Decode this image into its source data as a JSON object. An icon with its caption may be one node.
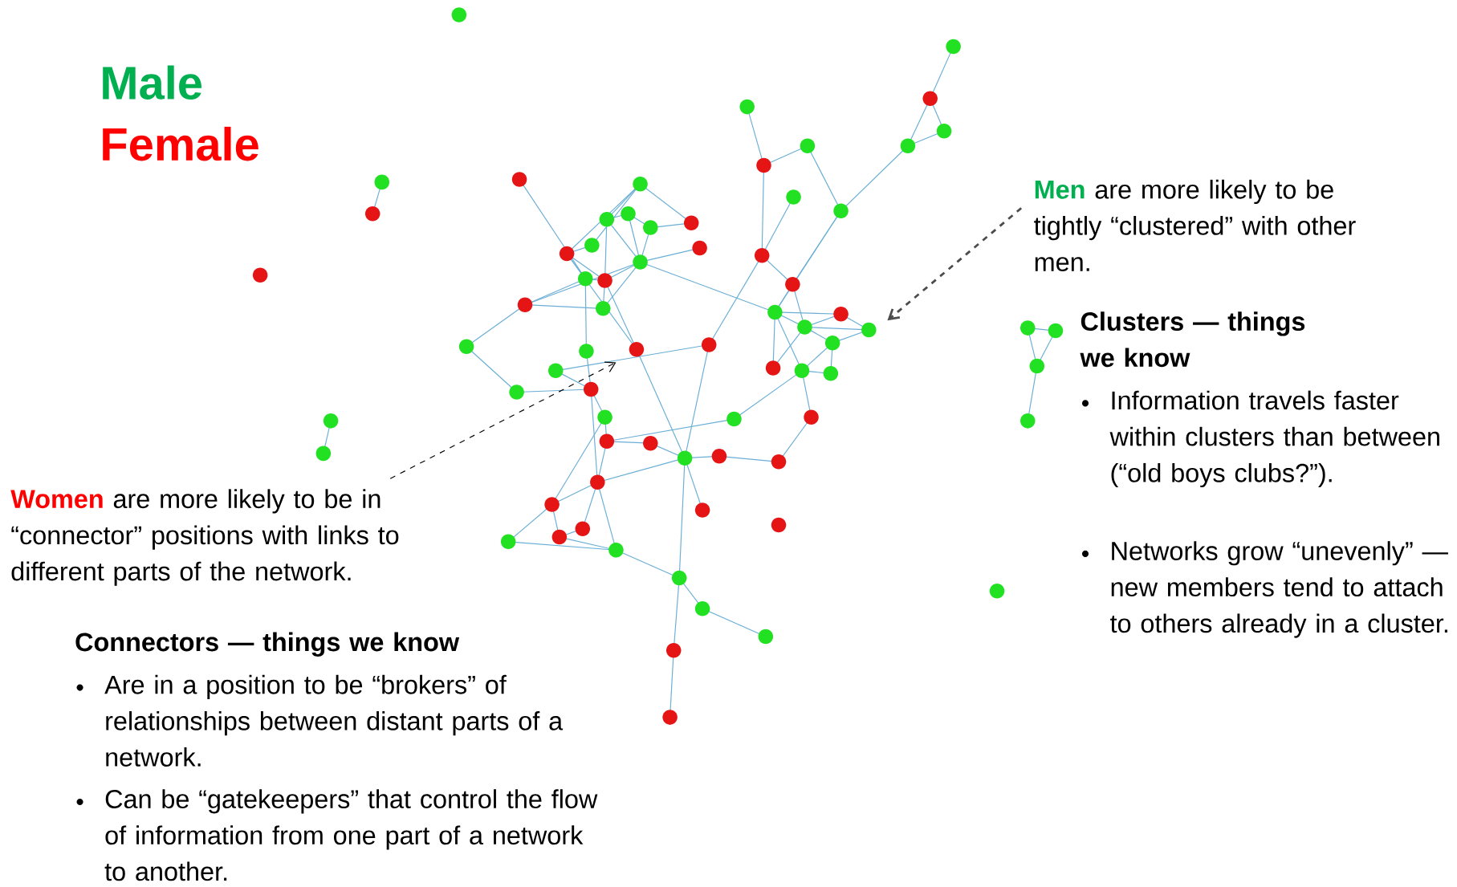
{
  "diagram": {
    "nodes": [
      {
        "text": [
          "Men",
          "are more likely to be tightly “clustered” with other men."
        ]
      },
      {
        "text": [
          "Women",
          "are more likely to be in “connector” positions with links to different parts of the network."
        ]
      }
    ],
    "edges": [
      {
        "from": 0,
        "to": null,
        "arrow": "to",
        "style": "dashed"
      },
      {
        "from": 1,
        "to": null,
        "arrow": "to",
        "style": "dashed"
      }
    ],
    "labels": [
      "Clusters — things we know",
      "Information travels faster within clusters than between (“old boys clubs?”).",
      "Networks grow “unevenly” — new members tend to attach to others already in a cluster.",
      "Connectors — things we know",
      "Are in a position to be “brokers” of relationships between distant parts of a network.",
      "Can be “gatekeepers” that control the flow of information from one part of a network to another."
    ],
    "legend": [
      {
        "text": "Male",
        "color": "#00b050"
      },
      {
        "text": "Female",
        "color": "#ff0000"
      }
    ]
  }
}
